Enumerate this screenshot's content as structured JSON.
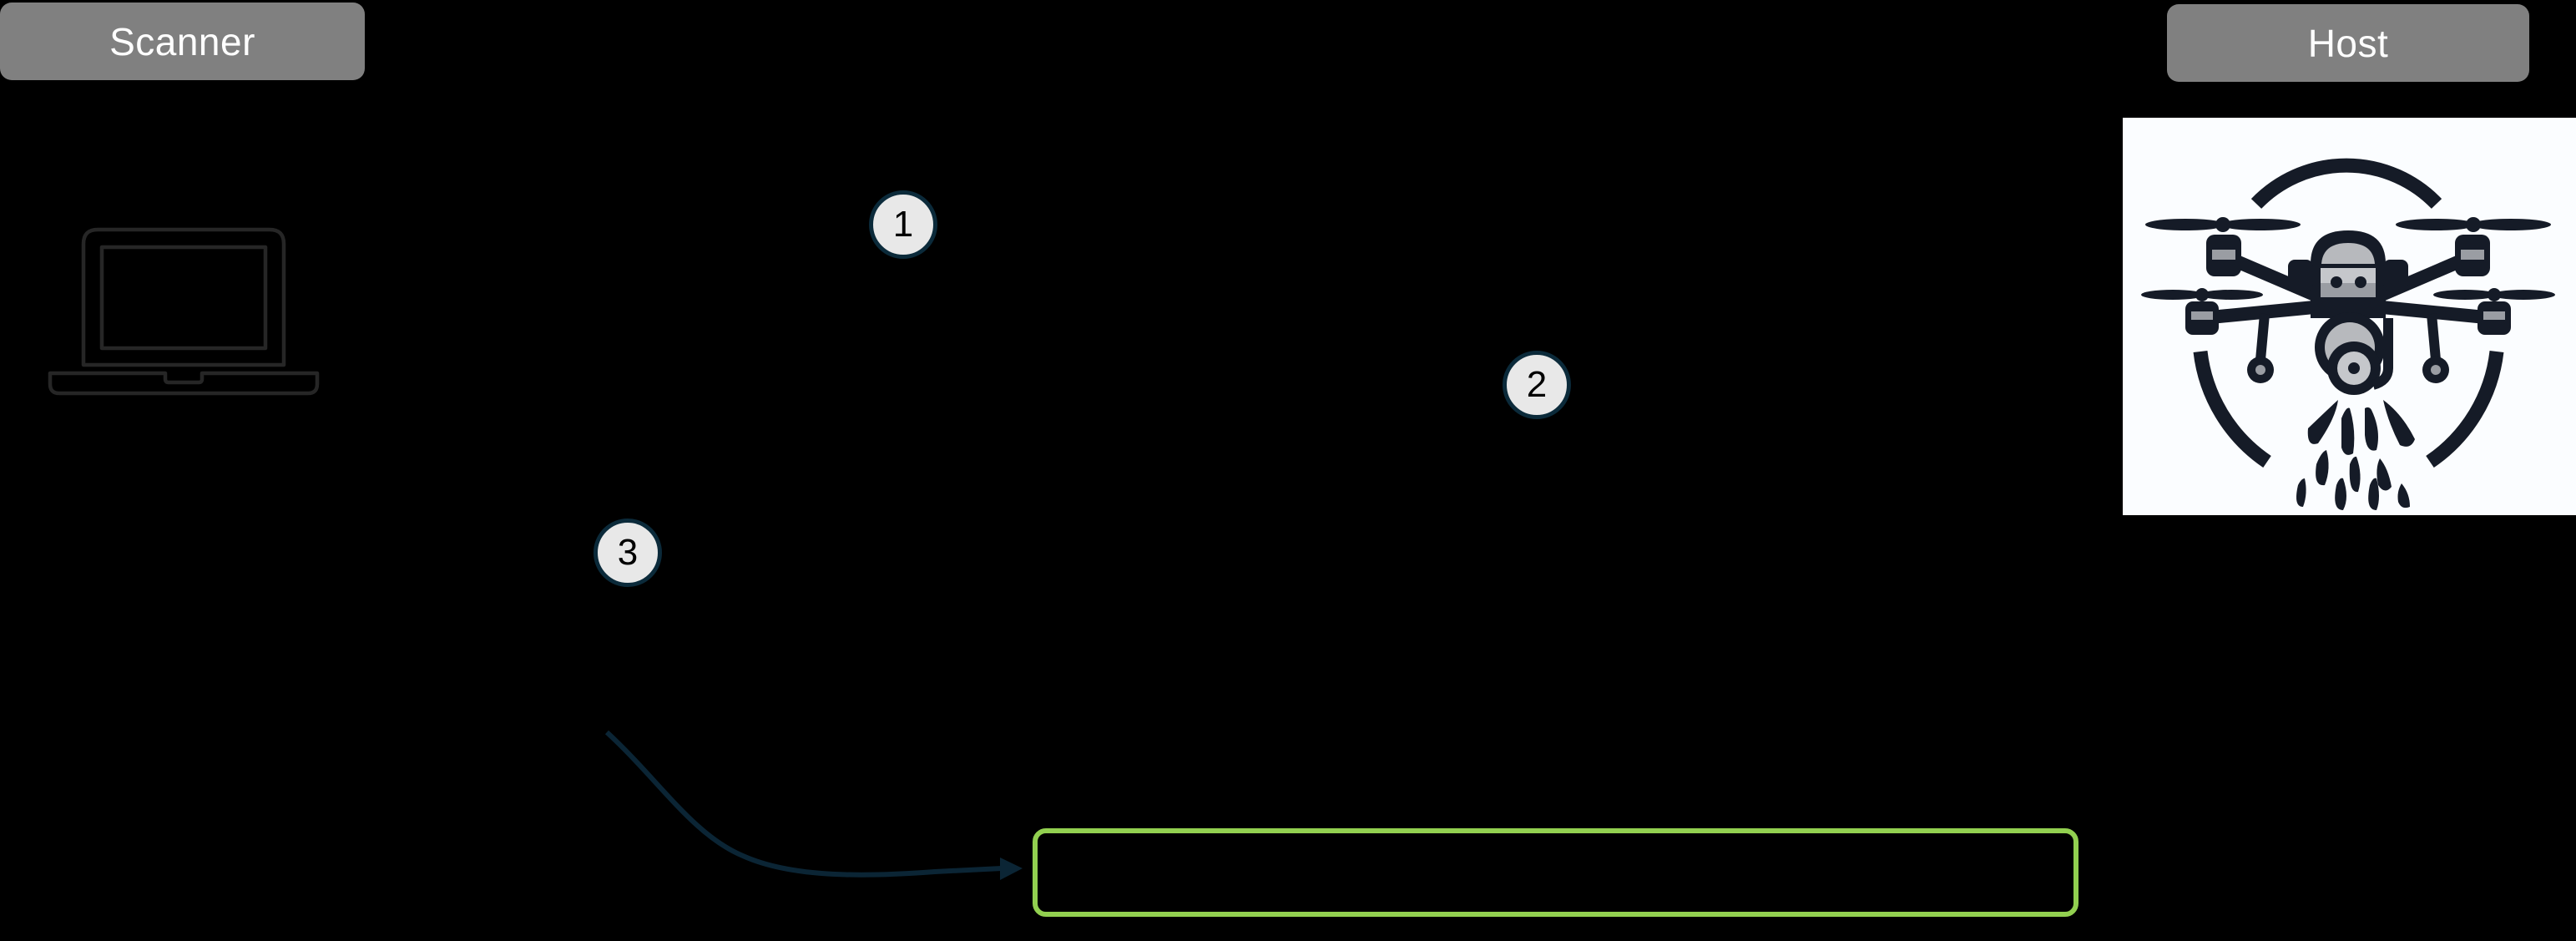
{
  "lanes": {
    "scanner": {
      "label": "Scanner"
    },
    "host": {
      "label": "Host"
    }
  },
  "steps": [
    {
      "number": "1"
    },
    {
      "number": "2"
    },
    {
      "number": "3"
    }
  ],
  "icons": {
    "scanner_device": "laptop-icon",
    "host_device": "agricultural-spray-drone-icon",
    "flow": "curved-arrow-icon"
  },
  "result_box": {
    "text": ""
  },
  "colors": {
    "background": "#000000",
    "lane_header_bg": "#808080",
    "lane_header_text": "#ffffff",
    "marker_fill": "#e8e8e8",
    "marker_border": "#0b2a3a",
    "arrow": "#0b2535",
    "result_border": "#92d050",
    "laptop_stroke": "#262626",
    "drone_ink": "#151b27",
    "drone_accent": "#9a9da3"
  }
}
